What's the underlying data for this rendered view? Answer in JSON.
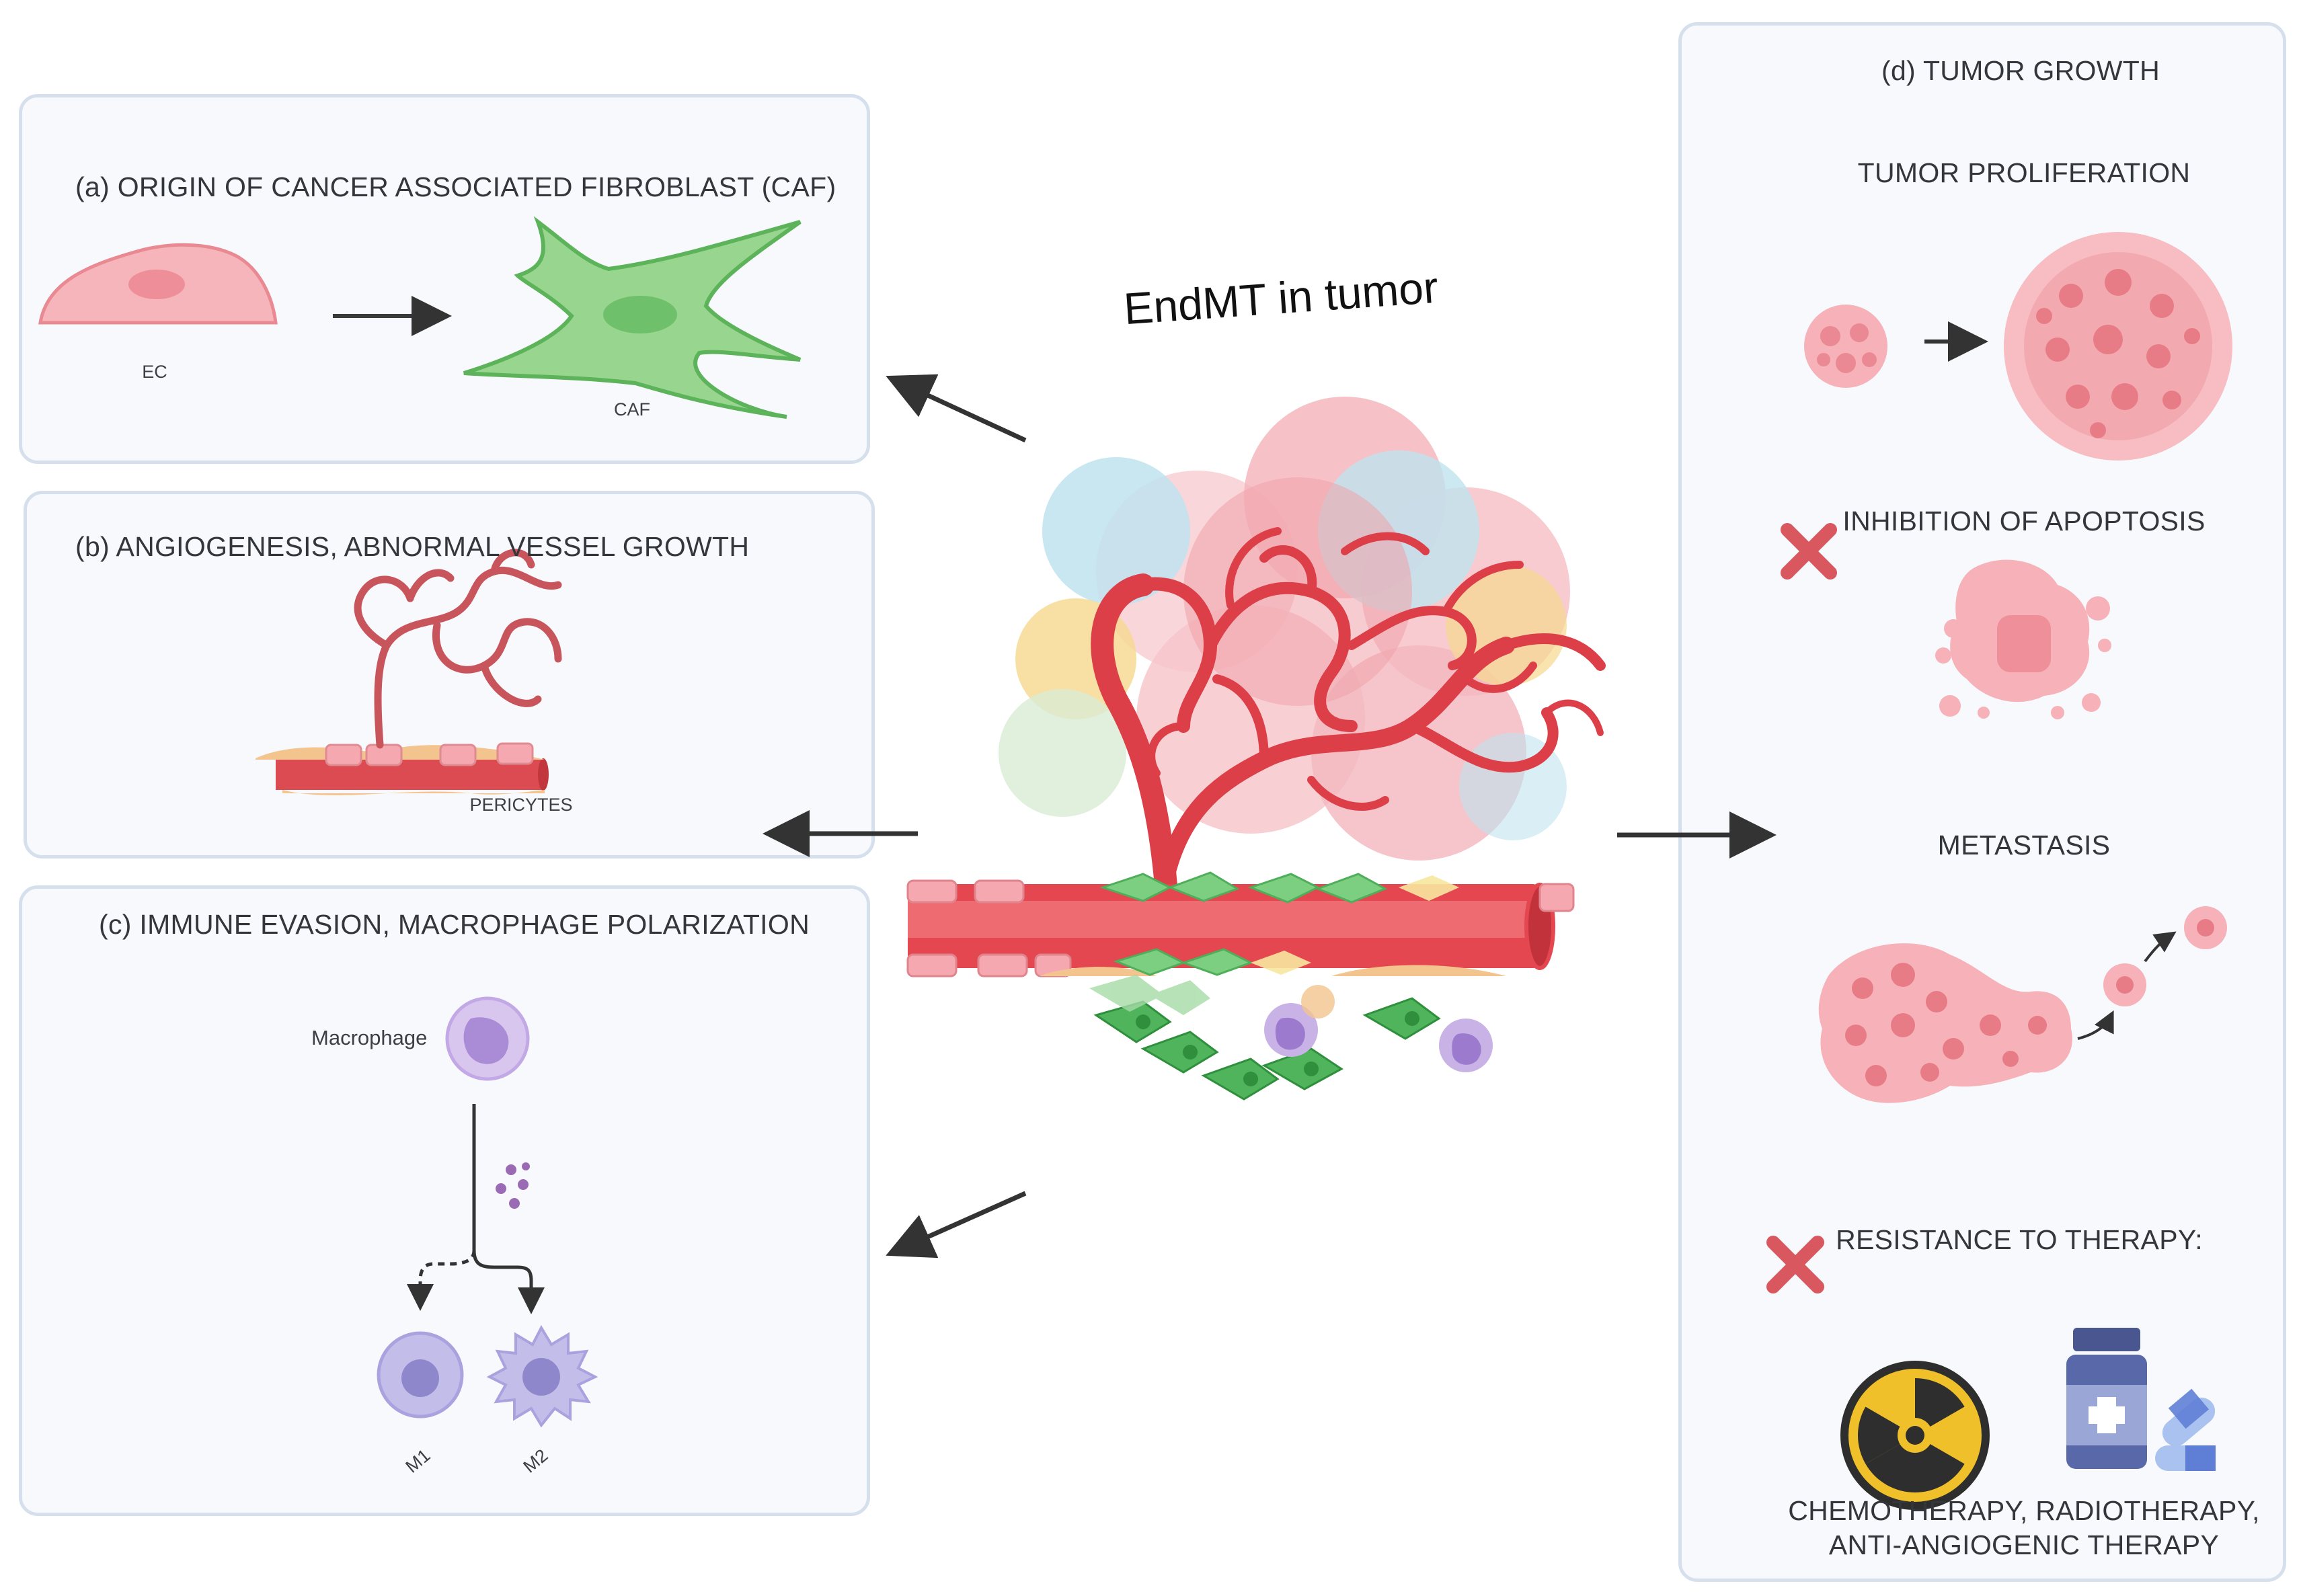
{
  "title": "EndMT in tumor",
  "panels": {
    "a": {
      "heading": "(a) ORIGIN OF CANCER ASSOCIATED FIBROBLAST (CAF)",
      "ec_label": "EC",
      "caf_label": "CAF"
    },
    "b": {
      "heading": "(b) ANGIOGENESIS, ABNORMAL VESSEL GROWTH",
      "pericytes_label": "PERICYTES"
    },
    "c": {
      "heading": "(c) IMMUNE EVASION, MACROPHAGE POLARIZATION",
      "macrophage_label": "Macrophage",
      "m1_label": "M1",
      "m2_label": "M2"
    },
    "d": {
      "heading": "(d) TUMOR GROWTH",
      "proliferation": "TUMOR PROLIFERATION",
      "apoptosis": "INHIBITION OF APOPTOSIS",
      "metastasis": "METASTASIS",
      "resistance": "RESISTANCE TO THERAPY:",
      "therapy_line1": "CHEMOTHERAPY, RADIOTHERAPY,",
      "therapy_line2": "ANTI-ANGIOGENIC THERAPY"
    }
  },
  "icons": [
    "arrow-icon",
    "cross-icon",
    "radiation-icon",
    "medicine-bottle-icon",
    "capsule-icon"
  ],
  "colors": {
    "vessel_red": "#e0444c",
    "tumor_pink": "#f2a7ae",
    "caf_green": "#8fd18a",
    "ec_pink": "#f6b5bb",
    "macrophage_purple": "#c9b4e8",
    "cross_red": "#d9575e",
    "radiation_yellow": "#f0c02a",
    "bottle_blue": "#5868a8",
    "panel_border": "#d6e0ec"
  }
}
